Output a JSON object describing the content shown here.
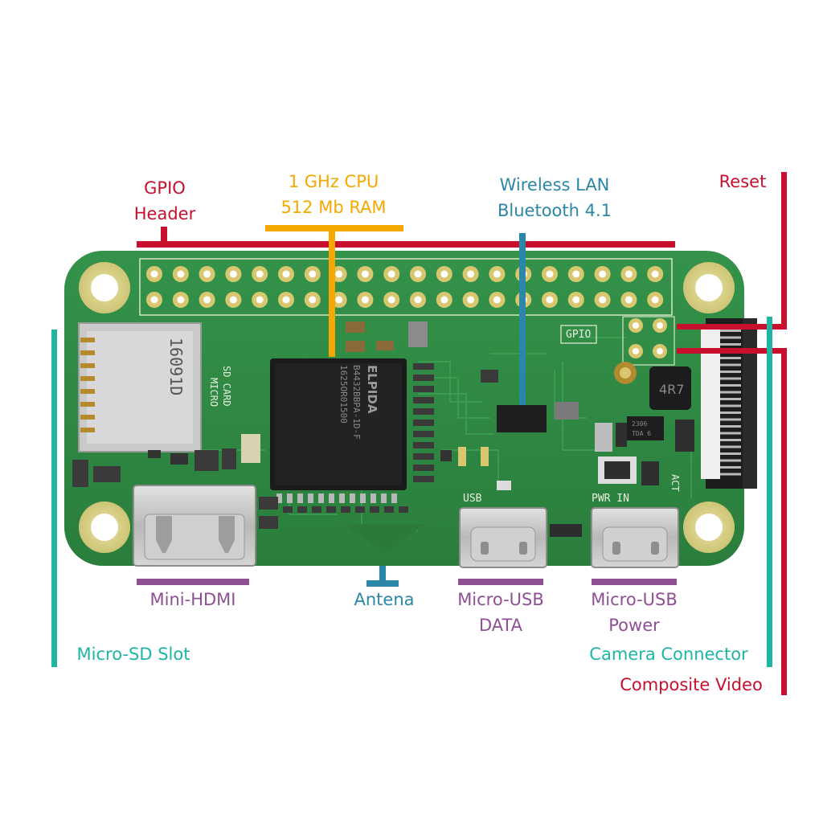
{
  "labels": {
    "gpio_header": {
      "line1": "GPIO",
      "line2": "Header"
    },
    "cpu_ram": {
      "line1": "1 GHz CPU",
      "line2": "512 Mb RAM"
    },
    "wireless": {
      "line1": "Wireless LAN",
      "line2": "Bluetooth 4.1"
    },
    "reset": "Reset",
    "mini_hdmi": "Mini-HDMI",
    "antenna": "Antena",
    "micro_usb_data": {
      "line1": "Micro-USB",
      "line2": "DATA"
    },
    "micro_usb_power": {
      "line1": "Micro-USB",
      "line2": "Power"
    },
    "micro_sd": "Micro-SD Slot",
    "camera": "Camera Connector",
    "composite": "Composite Video"
  },
  "board_text": {
    "gpio_silk": "GPIO",
    "sd_silk_1": "MICRO",
    "sd_silk_2": "SD CARD",
    "sd_code": "16091D",
    "chip_brand": "ELPIDA",
    "chip_part": "B4432BBPA-1D-F",
    "chip_lot": "1625OR01500",
    "usb_silk": "USB",
    "pwr_silk": "PWR  IN",
    "act_silk": "ACT",
    "inductor": "4R7",
    "ic_small": "2306",
    "ic_small2": "TDA 6"
  },
  "colors": {
    "red": "#c8102e",
    "orange": "#f5a800",
    "blue": "#2b87a8",
    "purple": "#8e4f94",
    "teal": "#1fb5a3",
    "pcb": "#2f8a3f"
  }
}
